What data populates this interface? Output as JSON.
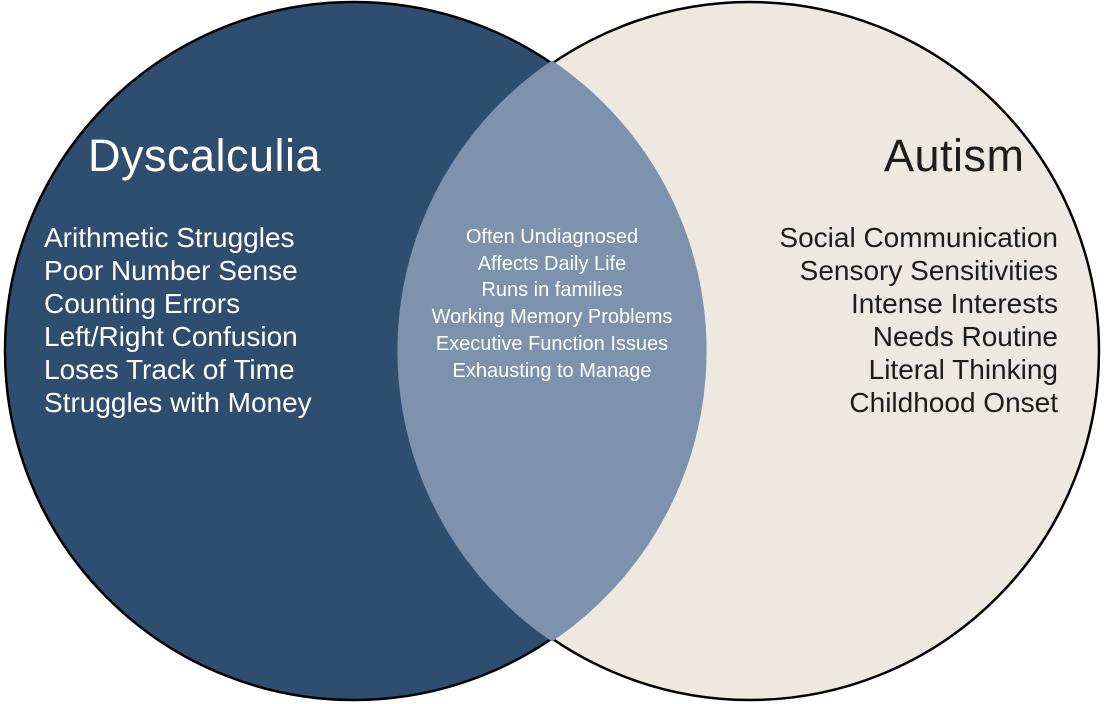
{
  "venn": {
    "background_color": "#ffffff",
    "outline_color": "#000000",
    "left": {
      "title": "Dyscalculia",
      "color": "#2f4d6e",
      "text_color": "#ffffff",
      "items": [
        "Arithmetic Struggles",
        "Poor Number Sense",
        "Counting Errors",
        "Left/Right Confusion",
        "Loses Track of Time",
        "Struggles with Money"
      ]
    },
    "right": {
      "title": "Autism",
      "color": "#ede8e0",
      "text_color": "#1c1c1c",
      "items": [
        "Social Communication",
        "Sensory Sensitivities",
        "Intense Interests",
        "Needs Routine",
        "Literal Thinking",
        "Childhood Onset"
      ]
    },
    "overlap": {
      "color": "#7d92ac",
      "text_color": "#ffffff",
      "items": [
        "Often Undiagnosed",
        "Affects Daily Life",
        "Runs in families",
        "Working Memory Problems",
        "Executive Function Issues",
        "Exhausting to Manage"
      ]
    }
  }
}
